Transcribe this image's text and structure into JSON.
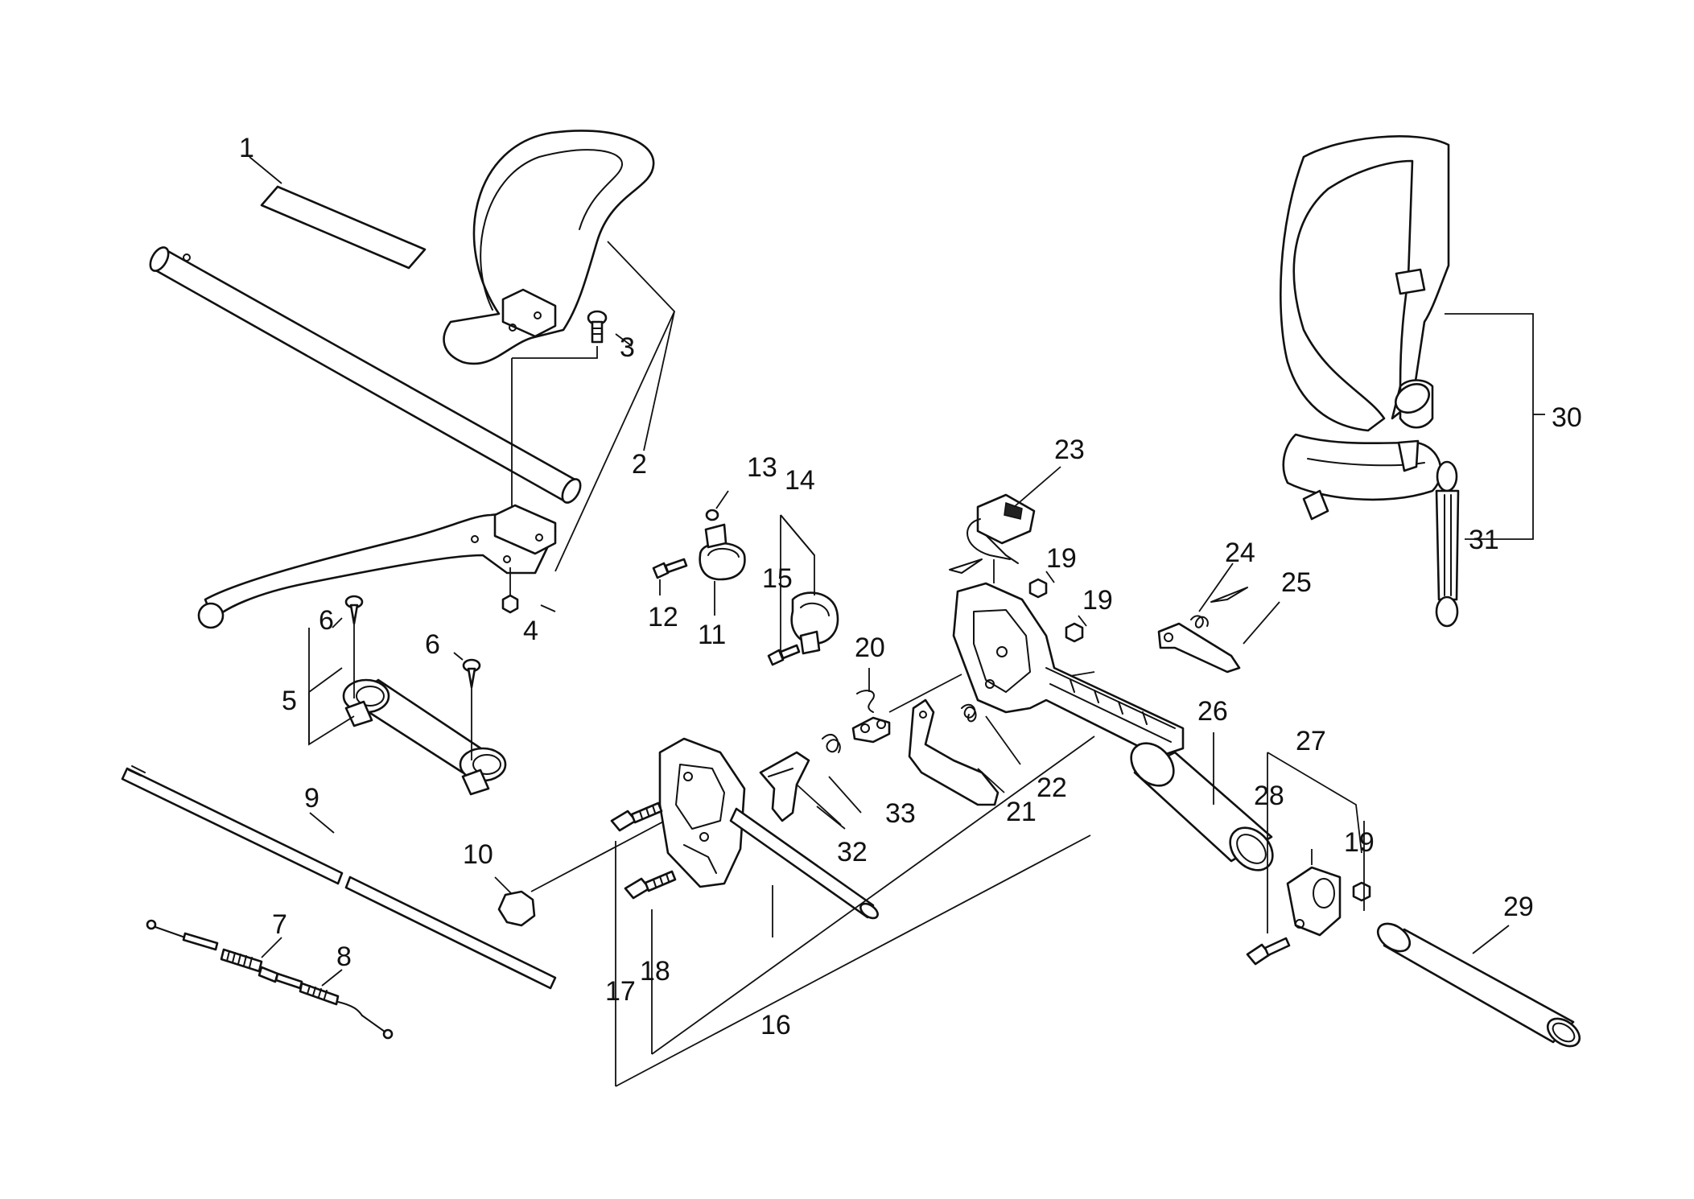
{
  "diagram": {
    "labels": [
      "1",
      "2",
      "3",
      "4",
      "5",
      "6",
      "6",
      "7",
      "8",
      "9",
      "10",
      "11",
      "12",
      "13",
      "14",
      "15",
      "16",
      "17",
      "18",
      "19",
      "19",
      "19",
      "20",
      "21",
      "22",
      "23",
      "24",
      "25",
      "26",
      "27",
      "28",
      "29",
      "30",
      "31",
      "32",
      "33"
    ]
  }
}
